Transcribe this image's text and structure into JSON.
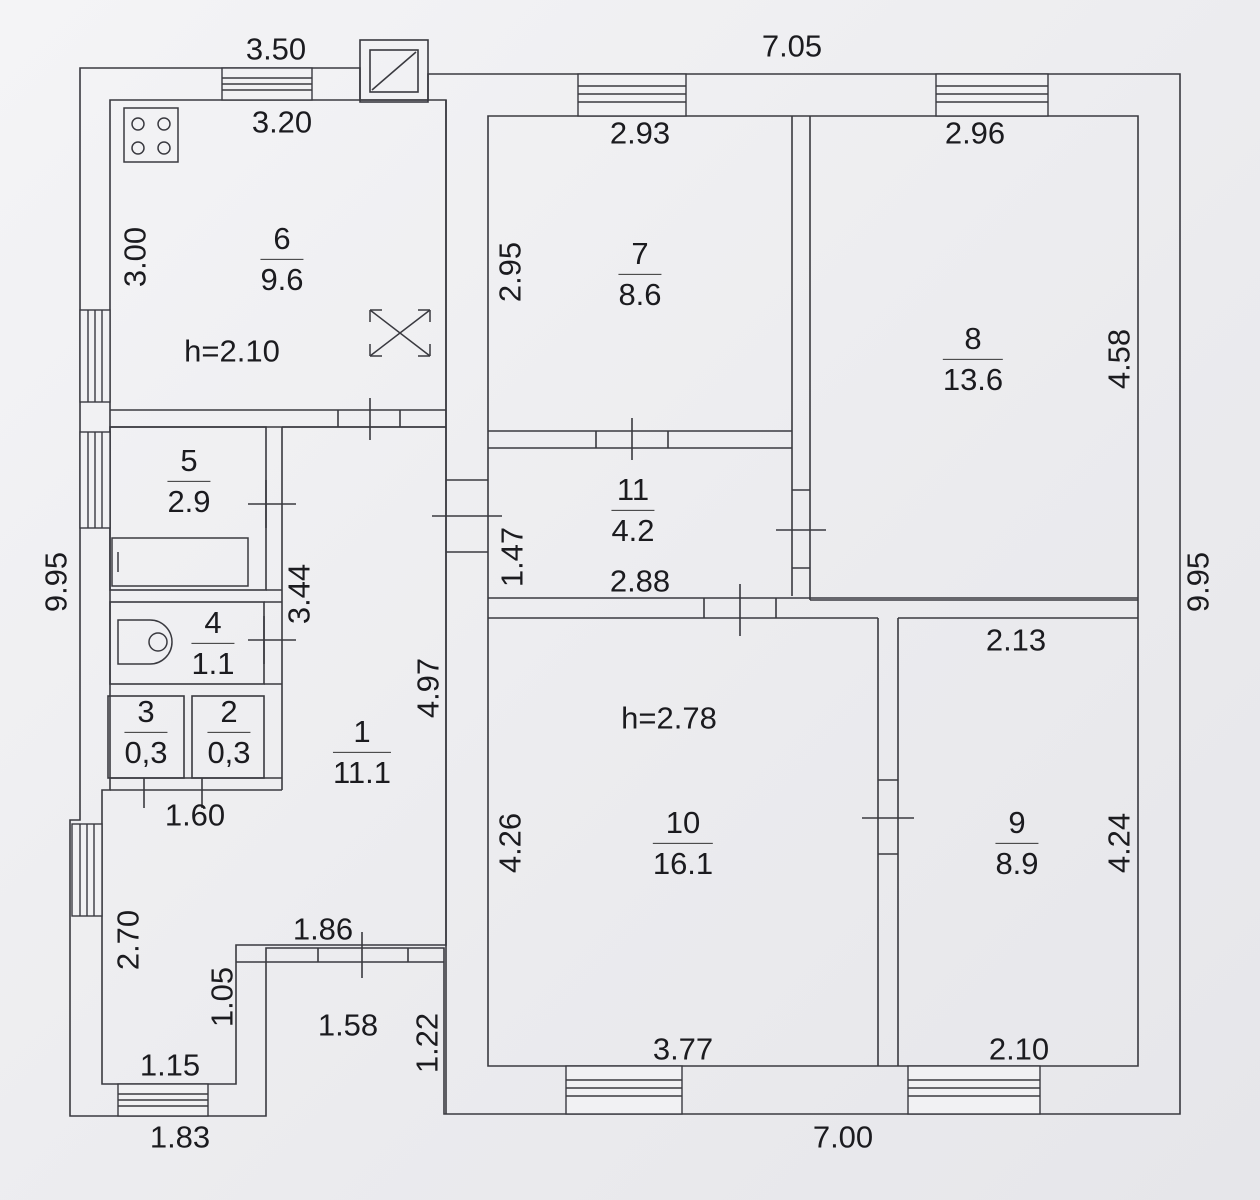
{
  "plan": {
    "line_color": "#3a3a40",
    "paper_color": "#f1f1f3",
    "rooms": [
      {
        "id": "room-6",
        "number": "6",
        "area": "9.6"
      },
      {
        "id": "room-7",
        "number": "7",
        "area": "8.6"
      },
      {
        "id": "room-8",
        "number": "8",
        "area": "13.6"
      },
      {
        "id": "room-5",
        "number": "5",
        "area": "2.9"
      },
      {
        "id": "room-11",
        "number": "11",
        "area": "4.2"
      },
      {
        "id": "room-4",
        "number": "4",
        "area": "1.1"
      },
      {
        "id": "room-3",
        "number": "3",
        "area": "0,3"
      },
      {
        "id": "room-2",
        "number": "2",
        "area": "0,3"
      },
      {
        "id": "room-1",
        "number": "1",
        "area": "11.1"
      },
      {
        "id": "room-10",
        "number": "10",
        "area": "16.1"
      },
      {
        "id": "room-9",
        "number": "9",
        "area": "8.9"
      }
    ],
    "heights": [
      "h=2.10",
      "h=2.78"
    ],
    "dimensions": [
      "3.50",
      "7.05",
      "3.20",
      "2.93",
      "2.96",
      "3.00",
      "2.95",
      "4.58",
      "9.95",
      "9.95",
      "3.44",
      "1.47",
      "2.88",
      "2.13",
      "4.97",
      "1.60",
      "4.26",
      "4.24",
      "2.70",
      "1.86",
      "1.05",
      "1.58",
      "1.22",
      "1.15",
      "3.77",
      "2.10",
      "1.83",
      "7.00"
    ]
  }
}
